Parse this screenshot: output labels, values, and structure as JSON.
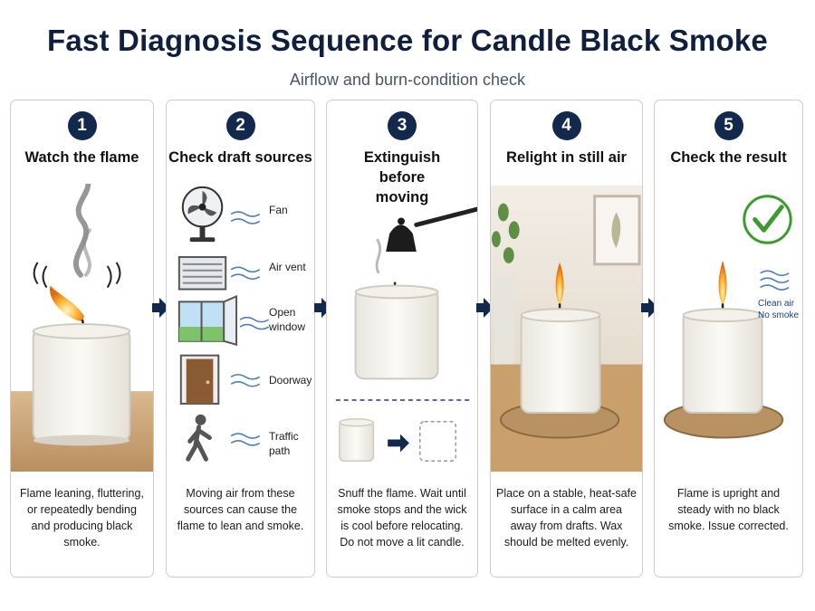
{
  "title": "Fast Diagnosis Sequence for Candle Black Smoke",
  "subtitle": "Airflow and burn-condition check",
  "steps": [
    {
      "number": "1",
      "title": "Watch the flame",
      "description": "Flame leaning, fluttering, or repeatedly bending and producing black smoke."
    },
    {
      "number": "2",
      "title": "Check draft sources",
      "description": "Moving air from these sources can cause the flame to lean and smoke.",
      "sources": [
        "Fan",
        "Air vent",
        "Open window",
        "Doorway",
        "Traffic path"
      ]
    },
    {
      "number": "3",
      "title": "Extinguish before moving",
      "description": "Snuff the flame. Wait until smoke stops and the wick is cool before relocating. Do not move a lit candle."
    },
    {
      "number": "4",
      "title": "Relight in still air",
      "description": "Place on a stable, heat-safe surface in a calm area away from drafts. Wax should be melted evenly."
    },
    {
      "number": "5",
      "title": "Check the result",
      "description": "Flame is upright and steady with no black smoke. Issue corrected.",
      "badge_line1": "Clean air",
      "badge_line2": "No smoke"
    }
  ],
  "colors": {
    "navy": "#13284d",
    "check_green": "#3c9a2e",
    "air_blue": "#4d7fc2"
  }
}
